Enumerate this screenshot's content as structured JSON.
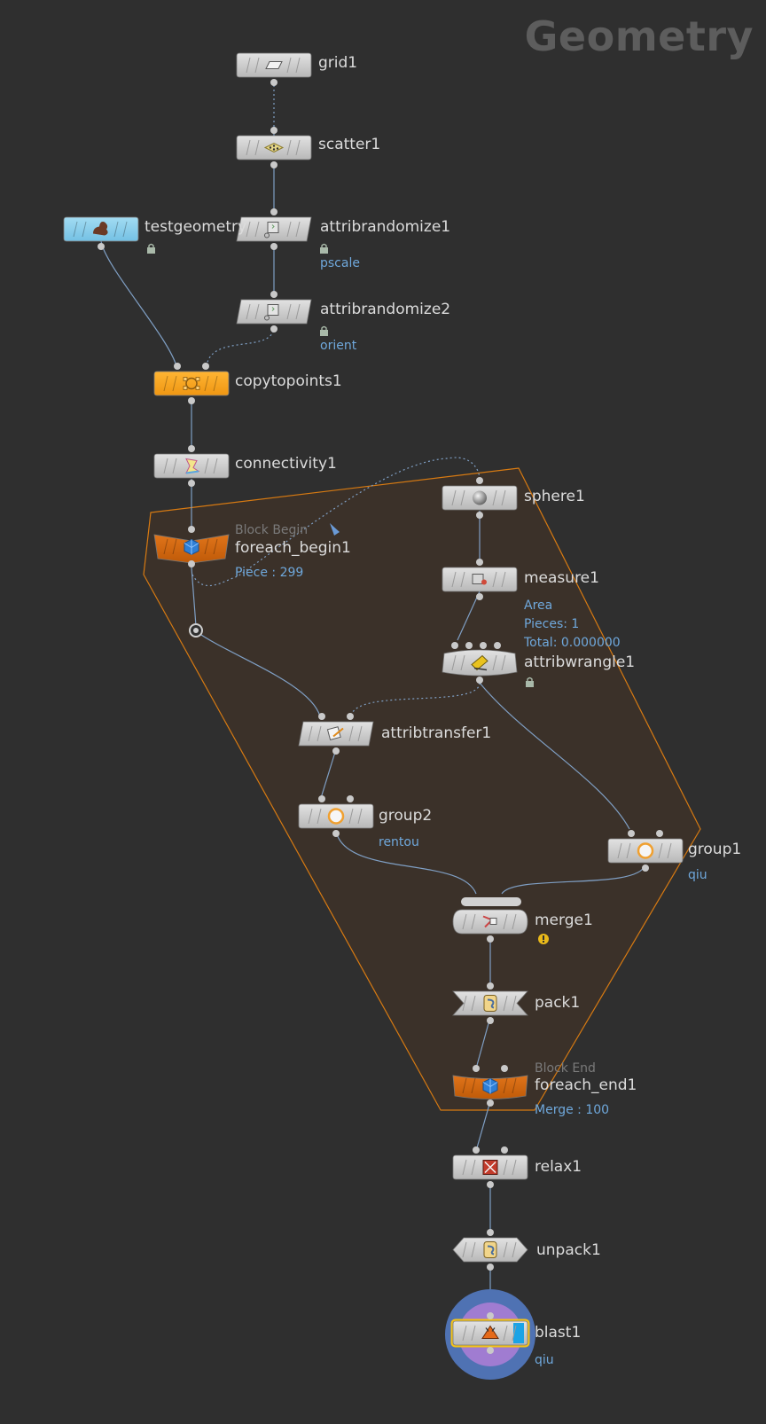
{
  "context_title": "Geometry",
  "nodes": {
    "grid1": {
      "name": "grid1"
    },
    "scatter1": {
      "name": "scatter1"
    },
    "testgeometry": {
      "name": "testgeometry"
    },
    "attribrandomize1": {
      "name": "attribrandomize1",
      "info": "pscale"
    },
    "attribrandomize2": {
      "name": "attribrandomize2",
      "info": "orient"
    },
    "copytopoints1": {
      "name": "copytopoints1"
    },
    "connectivity1": {
      "name": "connectivity1"
    },
    "foreach_begin1": {
      "name": "foreach_begin1",
      "tag": "Block Begin",
      "info": "Piece : 299"
    },
    "sphere1": {
      "name": "sphere1"
    },
    "measure1": {
      "name": "measure1",
      "info_lines": [
        "Area",
        "Pieces: 1",
        "Total: 0.000000"
      ]
    },
    "attribwrangle1": {
      "name": "attribwrangle1"
    },
    "attribtransfer1": {
      "name": "attribtransfer1"
    },
    "group2": {
      "name": "group2",
      "info": "rentou"
    },
    "group1": {
      "name": "group1",
      "info": "qiu"
    },
    "merge1": {
      "name": "merge1"
    },
    "pack1": {
      "name": "pack1"
    },
    "foreach_end1": {
      "name": "foreach_end1",
      "tag": "Block End",
      "info": "Merge : 100"
    },
    "relax1": {
      "name": "relax1"
    },
    "unpack1": {
      "name": "unpack1"
    },
    "blast1": {
      "name": "blast1",
      "info": "qiu"
    }
  },
  "colors": {
    "background": "#2f2f2f",
    "node_gray": "#c8c8c8",
    "node_orange": "#f5a623",
    "node_dark_orange": "#d86a10",
    "node_cyan": "#8fd0ea",
    "block_fill": "#3b3129",
    "block_border": "#d77a12",
    "wire": "#7f9fc4",
    "info_text": "#6fa8dc",
    "display_ring": "#4f72b3",
    "render_ring": "#a07cd1",
    "selected_outline": "#f2c21b"
  }
}
